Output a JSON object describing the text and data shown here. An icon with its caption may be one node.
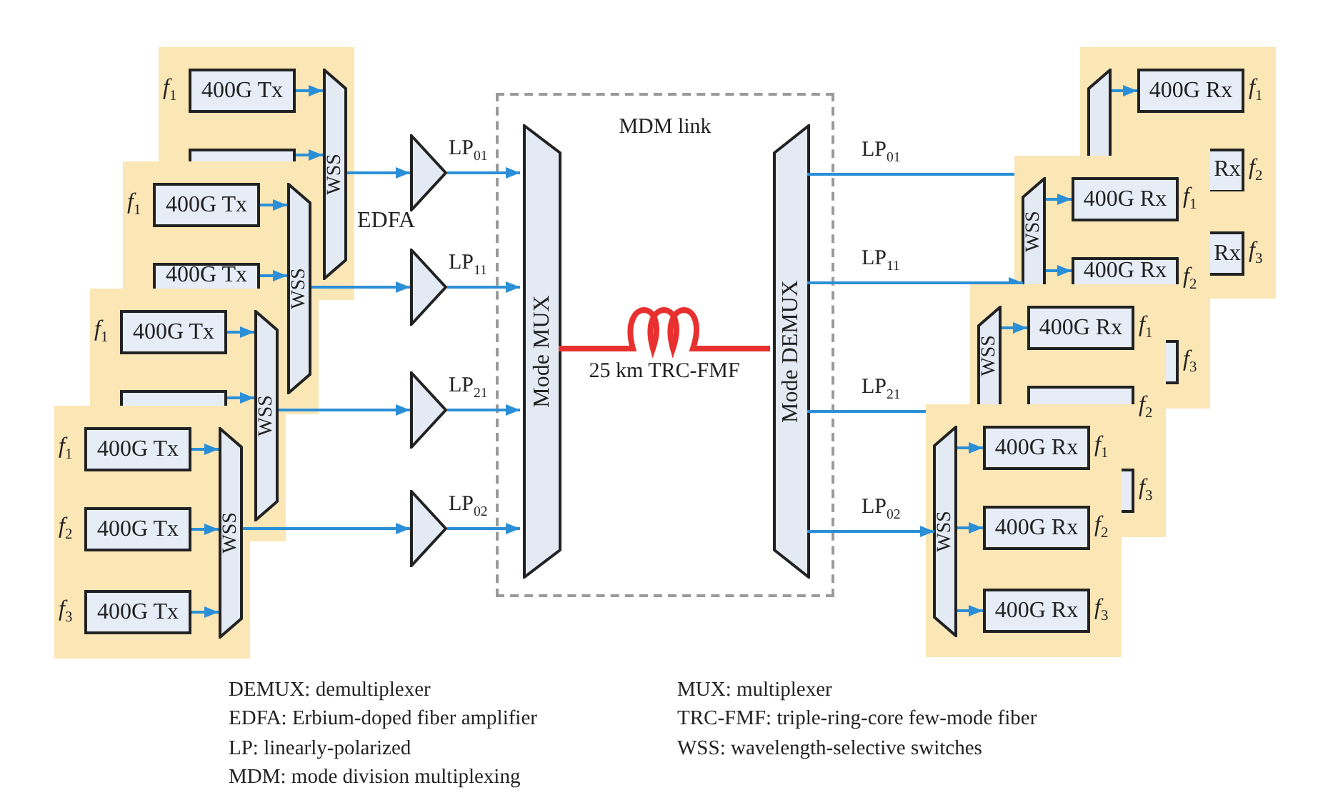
{
  "diagram": {
    "nodes": [
      {
        "text": [
          "400G Tx"
        ],
        "beside": [
          "*f*$_{1}$"
        ]
      },
      {
        "text": [],
        "shape": "box"
      },
      {
        "text": [
          "WSS"
        ]
      },
      {
        "text": [
          "400G Tx"
        ],
        "beside": [
          "*f*$_{1}$"
        ]
      },
      {
        "text": [
          "400G Tx"
        ]
      },
      {
        "text": [
          "WSS"
        ]
      },
      {
        "text": [
          "400G Tx"
        ],
        "beside": [
          "*f*$_{1}$"
        ]
      },
      {
        "text": [],
        "shape": "box"
      },
      {
        "text": [
          "WSS"
        ]
      },
      {
        "text": [
          "400G Tx"
        ],
        "beside": [
          "*f*$_{1}$"
        ]
      },
      {
        "text": [
          "400G Tx"
        ],
        "beside": [
          "*f*$_{2}$"
        ]
      },
      {
        "text": [
          "400G Tx"
        ],
        "beside": [
          "*f*$_{3}$"
        ]
      },
      {
        "text": [
          "WSS"
        ]
      },
      {
        "text": [],
        "shape": "triangle",
        "beside": [
          "EDFA"
        ]
      },
      {
        "text": [],
        "shape": "triangle"
      },
      {
        "text": [],
        "shape": "triangle"
      },
      {
        "text": [],
        "shape": "triangle"
      },
      {
        "text": [
          "MDM link"
        ]
      },
      {
        "text": [
          "Mode MUX"
        ],
        "in": 17
      },
      {
        "text": [
          "Mode DEMUX"
        ],
        "in": 17
      },
      {
        "text": [],
        "shape": "trapezoid"
      },
      {
        "text": [
          "400G Rx"
        ],
        "beside": [
          "*f*$_{1}$"
        ]
      },
      {
        "text": [
          "Rx"
        ],
        "beside": [
          "*f*$_{2}$"
        ]
      },
      {
        "text": [
          "Rx"
        ],
        "beside": [
          "*f*$_{3}$"
        ]
      },
      {
        "text": [
          "WSS"
        ]
      },
      {
        "text": [
          "400G Rx"
        ],
        "beside": [
          "*f*$_{1}$"
        ]
      },
      {
        "text": [
          "400G Rx"
        ],
        "beside": [
          "*f*$_{2}$"
        ]
      },
      {
        "text": [],
        "shape": "box",
        "beside": [
          "*f*$_{3}$"
        ]
      },
      {
        "text": [
          "WSS"
        ]
      },
      {
        "text": [
          "400G Rx"
        ],
        "beside": [
          "*f*$_{1}$"
        ]
      },
      {
        "text": [],
        "shape": "box",
        "beside": [
          "*f*$_{2}$"
        ]
      },
      {
        "text": [],
        "shape": "box",
        "beside": [
          "*f*$_{3}$"
        ]
      },
      {
        "text": [
          "WSS"
        ]
      },
      {
        "text": [
          "400G Rx"
        ],
        "beside": [
          "*f*$_{1}$"
        ]
      },
      {
        "text": [
          "400G Rx"
        ],
        "beside": [
          "*f*$_{2}$"
        ]
      },
      {
        "text": [
          "400G Rx"
        ],
        "beside": [
          "*f*$_{3}$"
        ]
      }
    ],
    "edges": [
      {
        "from": 0,
        "to": 2,
        "arrow": "to"
      },
      {
        "from": 1,
        "to": 2,
        "arrow": "to"
      },
      {
        "from": 3,
        "to": 5,
        "arrow": "to"
      },
      {
        "from": 4,
        "to": 5,
        "arrow": "to"
      },
      {
        "from": 6,
        "to": 8,
        "arrow": "to"
      },
      {
        "from": 7,
        "to": 8,
        "arrow": "to"
      },
      {
        "from": 9,
        "to": 12,
        "arrow": "to"
      },
      {
        "from": 10,
        "to": 12,
        "arrow": "to"
      },
      {
        "from": 11,
        "to": 12,
        "arrow": "to"
      },
      {
        "from": 2,
        "to": 13,
        "arrow": "to"
      },
      {
        "from": 5,
        "to": 14,
        "arrow": "to"
      },
      {
        "from": 8,
        "to": 15,
        "arrow": "to"
      },
      {
        "from": 12,
        "to": 16,
        "arrow": "to"
      },
      {
        "from": 13,
        "to": 18,
        "arrow": "to",
        "label": "LP$_{01}$"
      },
      {
        "from": 14,
        "to": 18,
        "arrow": "to",
        "label": "LP$_{11}$"
      },
      {
        "from": 15,
        "to": 18,
        "arrow": "to",
        "label": "LP$_{21}$"
      },
      {
        "from": 16,
        "to": 18,
        "arrow": "to",
        "label": "LP$_{02}$"
      },
      {
        "from": 18,
        "to": 19,
        "arrow": "none",
        "label": "25 km TRC-FMF",
        "style": "thick",
        "color": "#e8312f"
      },
      {
        "from": 19,
        "to": 20,
        "arrow": "to",
        "label": "LP$_{01}$"
      },
      {
        "from": 19,
        "to": 24,
        "arrow": "to",
        "label": "LP$_{11}$"
      },
      {
        "from": 19,
        "to": 28,
        "arrow": "to",
        "label": "LP$_{21}$"
      },
      {
        "from": 19,
        "to": 32,
        "arrow": "to",
        "label": "LP$_{02}$"
      },
      {
        "from": 20,
        "to": 21,
        "arrow": "to"
      },
      {
        "from": 24,
        "to": 25,
        "arrow": "to"
      },
      {
        "from": 24,
        "to": 26,
        "arrow": "to"
      },
      {
        "from": 28,
        "to": 29,
        "arrow": "to"
      },
      {
        "from": 32,
        "to": 33,
        "arrow": "to"
      },
      {
        "from": 32,
        "to": 34,
        "arrow": "to"
      },
      {
        "from": 32,
        "to": 35,
        "arrow": "to"
      }
    ],
    "labels": [
      "DEMUX: demultiplexer",
      "MUX: multiplexer",
      "EDFA: Erbium-doped fiber amplifier",
      "TRC-FMF: triple-ring-core few-mode fiber",
      "LP: linearly-polarized",
      "WSS: wavelength-selective switches",
      "MDM: mode division multiplexing"
    ]
  }
}
